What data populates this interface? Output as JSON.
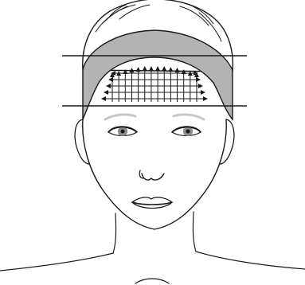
{
  "figure": {
    "subject": "face-front-view",
    "elements": {
      "hair": {
        "fill": "#ffffff",
        "stroke": "#1a1a1a"
      },
      "headband": {
        "fill": "#b3b3b3",
        "stroke": "#1a1a1a"
      },
      "guide_lines": {
        "count": 2,
        "stroke": "#1a1a1a"
      },
      "arrows": {
        "vertical_count": 14,
        "horizontal_count": 5,
        "stroke": "#1a1a1a"
      },
      "face_outline": {
        "stroke": "#1a1a1a"
      },
      "eyes": {
        "iris": "#8a8a8a",
        "pupil": "#1a1a1a"
      },
      "eyebrows": {
        "color": "#c8c8c8"
      },
      "lips": {
        "fill": "#ffffff",
        "stroke": "#1a1a1a"
      }
    }
  }
}
